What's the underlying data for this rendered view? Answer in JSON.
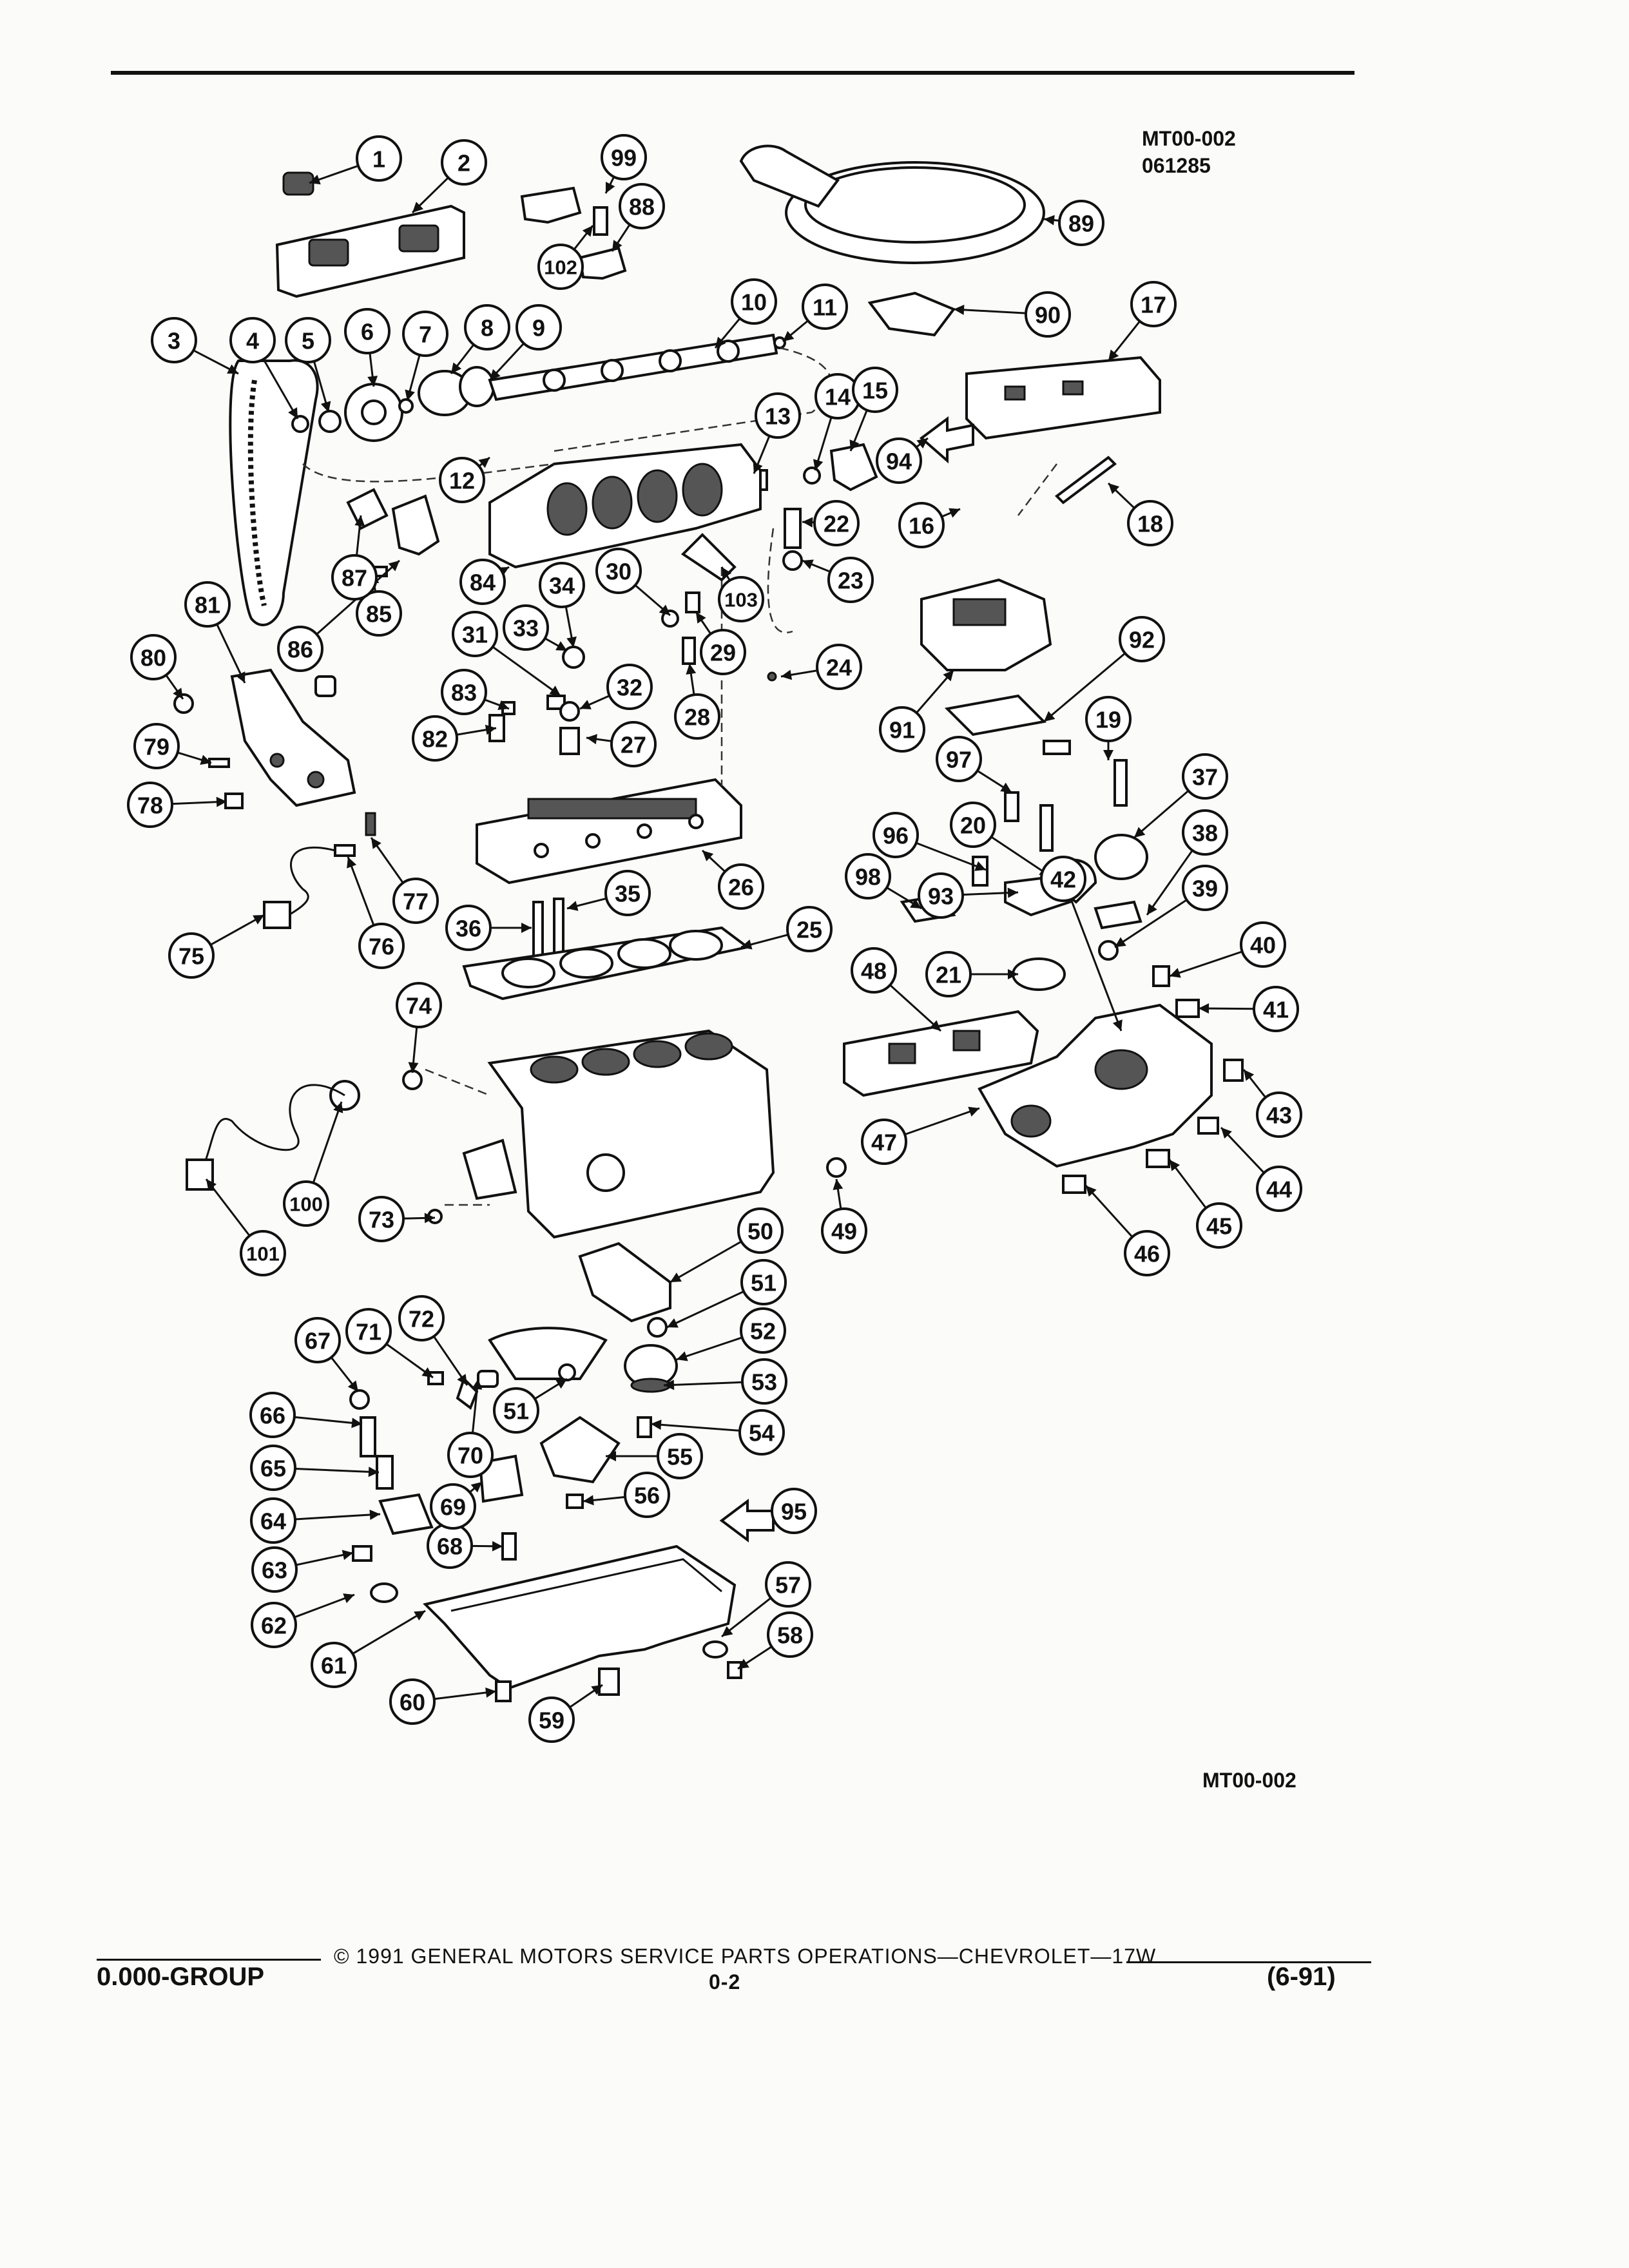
{
  "header": {
    "figure_code": "MT00-002",
    "date_code": "061285"
  },
  "figure_footer_code": "MT00-002",
  "footer": {
    "group": "0.000-GROUP",
    "copyright": "© 1991 GENERAL MOTORS SERVICE PARTS OPERATIONS—CHEVROLET—17W",
    "page": "0-2",
    "revision": "(6-91)"
  },
  "callouts": [
    "1",
    "2",
    "3",
    "4",
    "5",
    "6",
    "7",
    "8",
    "9",
    "10",
    "11",
    "12",
    "13",
    "14",
    "15",
    "16",
    "17",
    "18",
    "19",
    "20",
    "21",
    "22",
    "23",
    "24",
    "25",
    "26",
    "27",
    "28",
    "29",
    "30",
    "31",
    "32",
    "33",
    "34",
    "35",
    "36",
    "37",
    "38",
    "39",
    "40",
    "41",
    "42",
    "43",
    "44",
    "45",
    "46",
    "47",
    "48",
    "49",
    "50",
    "51",
    "51",
    "52",
    "53",
    "54",
    "55",
    "56",
    "57",
    "58",
    "59",
    "60",
    "61",
    "62",
    "63",
    "64",
    "65",
    "66",
    "67",
    "68",
    "69",
    "70",
    "71",
    "72",
    "73",
    "74",
    "75",
    "76",
    "77",
    "78",
    "79",
    "80",
    "81",
    "82",
    "83",
    "84",
    "85",
    "86",
    "87",
    "88",
    "89",
    "90",
    "91",
    "92",
    "93",
    "94",
    "95",
    "96",
    "97",
    "98",
    "99",
    "100",
    "101",
    "102",
    "103"
  ]
}
